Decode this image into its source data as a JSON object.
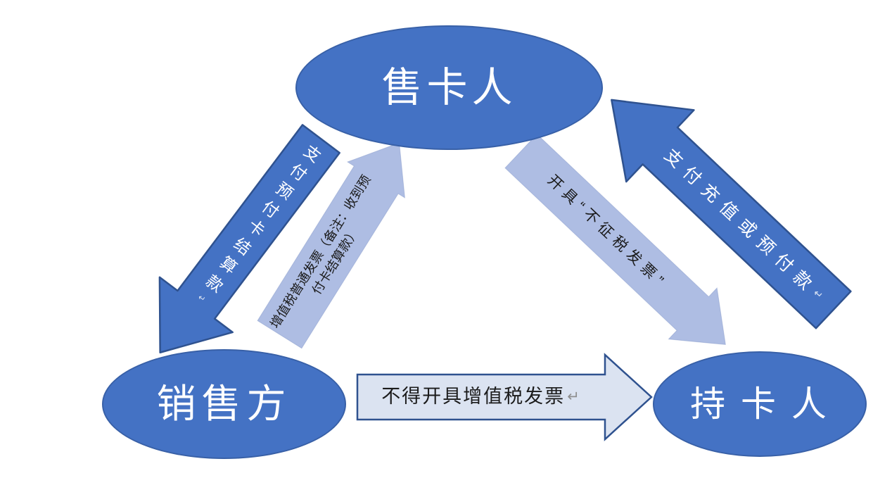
{
  "nodes": {
    "card_issuer": {
      "label": "售卡人"
    },
    "seller": {
      "label": "销售方"
    },
    "card_holder": {
      "label": "持 卡 人"
    }
  },
  "arrows": {
    "pay_settlement": {
      "from": "售卡人",
      "to": "销售方",
      "label": "支付预付卡结算款",
      "return_mark": "↵"
    },
    "vat_ordinary_invoice": {
      "from": "销售方",
      "to": "售卡人",
      "line1": "增值税普通发票（备注：收到预",
      "line2": "付卡结算款）"
    },
    "non_taxable_invoice": {
      "from": "售卡人",
      "to": "持卡人",
      "label": "开具“不征税发票”"
    },
    "pay_recharge": {
      "from": "持卡人",
      "to": "售卡人",
      "label": "支付充值或预付款",
      "return_mark": "↵"
    },
    "no_vat_invoice": {
      "from": "销售方",
      "to": "持卡人",
      "label": "不得开具增值税发票",
      "return_mark": "↵"
    }
  },
  "colors": {
    "node_fill": "#4472C4",
    "node_border": "#2F528F",
    "dark_arrow_fill": "#4472C4",
    "dark_arrow_border": "#2F528F",
    "light_arrow_fill": "#AEBDE3",
    "pale_arrow_fill": "#DBE3F1",
    "pale_arrow_border": "#2F528F",
    "label_on_dark": "#FFFFFF",
    "label_on_light": "#1A1A1A",
    "return_mark_gray": "#8F8F8F",
    "background": "#FFFFFF"
  }
}
